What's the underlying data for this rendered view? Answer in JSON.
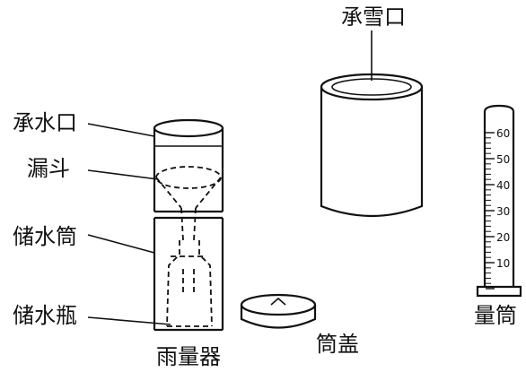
{
  "labels": {
    "snow_inlet": "承雪口",
    "water_inlet": "承水口",
    "funnel": "漏斗",
    "storage_tube": "储水筒",
    "storage_bottle": "储水瓶",
    "rain_gauge": "雨量器",
    "tube_cover": "筒盖",
    "measuring_cylinder": "量筒"
  },
  "cylinder_scale": [
    "60",
    "50",
    "40",
    "30",
    "20",
    "10"
  ]
}
